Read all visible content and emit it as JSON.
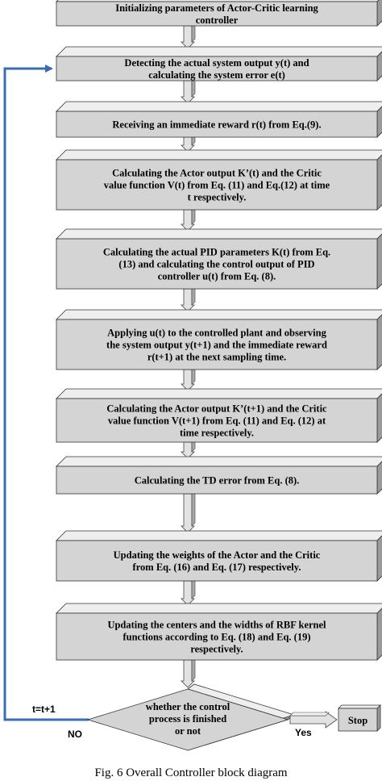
{
  "steps": [
    [
      "Initializing  parameters of Actor-Critic learning",
      "controller"
    ],
    [
      "Detecting the actual system output y(t) and",
      "calculating the system error e(t)"
    ],
    [
      "Receiving an immediate reward r(t) from Eq.(9)."
    ],
    [
      "Calculating the Actor output K’(t) and the Critic",
      "value function V(t) from Eq. (11) and Eq.(12) at time",
      "t respectively."
    ],
    [
      "Calculating the actual PID parameters K(t) from Eq.",
      "(13) and calculating the control output of PID",
      "controller u(t) from Eq. (8)."
    ],
    [
      "Applying u(t) to the controlled plant and observing",
      "the system output y(t+1)  and the immediate reward",
      "r(t+1) at the next sampling time."
    ],
    [
      "Calculating the Actor output K’(t+1)  and the Critic",
      "value function V(t+1) from Eq. (11) and Eq. (12) at",
      "time respectively."
    ],
    [
      "Calculating the TD error from Eq. (8)."
    ],
    [
      "Updating the weights of the Actor and the Critic",
      "from Eq. (16) and Eq. (17) respectively."
    ],
    [
      "Updating the centers and the widths of RBF kernel",
      "functions according to Eq. (18) and Eq. (19)",
      "respectively."
    ]
  ],
  "decision": [
    "whether the control",
    "process is finished",
    "or not"
  ],
  "loop_label": "t=t+1",
  "no_label": "NO",
  "yes_label": "Yes",
  "stop_label": "Stop",
  "caption": "Fig. 6 Overall Controller block diagram",
  "colors": {
    "box_face": "#d4d4d4",
    "box_top": "#eeeeee",
    "box_side": "#9a9a9a",
    "loop_arrow": "#3b6db5"
  }
}
